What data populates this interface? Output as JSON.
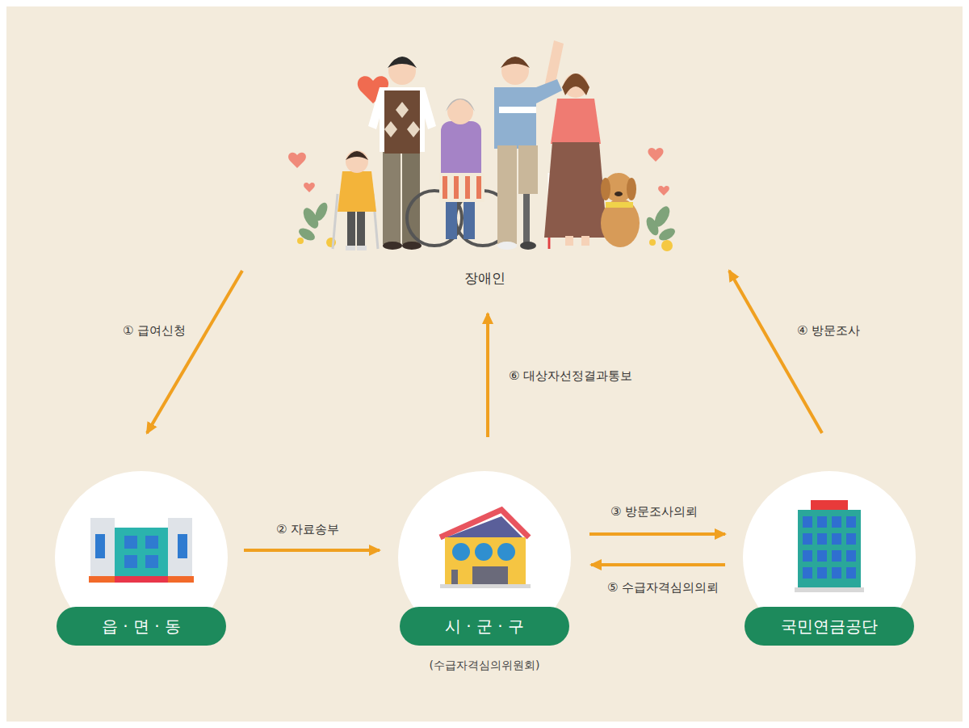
{
  "diagram": {
    "nodes": [
      {
        "text": [
          "장애인"
        ]
      },
      {
        "text": [
          "읍 · 면 · 동"
        ]
      },
      {
        "text": [
          "시 · 군 · 구",
          "(수급자격심의위원회)"
        ]
      },
      {
        "text": [
          "국민연금공단"
        ]
      }
    ],
    "edges": [
      {
        "from": 0,
        "to": 1,
        "label": "① 급여신청",
        "arrow": "to"
      },
      {
        "from": 1,
        "to": 2,
        "label": "② 자료송부",
        "arrow": "to"
      },
      {
        "from": 2,
        "to": 3,
        "label": "③ 방문조사의뢰",
        "arrow": "to"
      },
      {
        "from": 3,
        "to": 0,
        "label": "④ 방문조사",
        "arrow": "to"
      },
      {
        "from": 3,
        "to": 2,
        "label": "⑤ 수급자격심의의뢰",
        "arrow": "to"
      },
      {
        "from": 2,
        "to": 0,
        "label": "⑥ 대상자선정결과통보",
        "arrow": "to"
      }
    ]
  }
}
